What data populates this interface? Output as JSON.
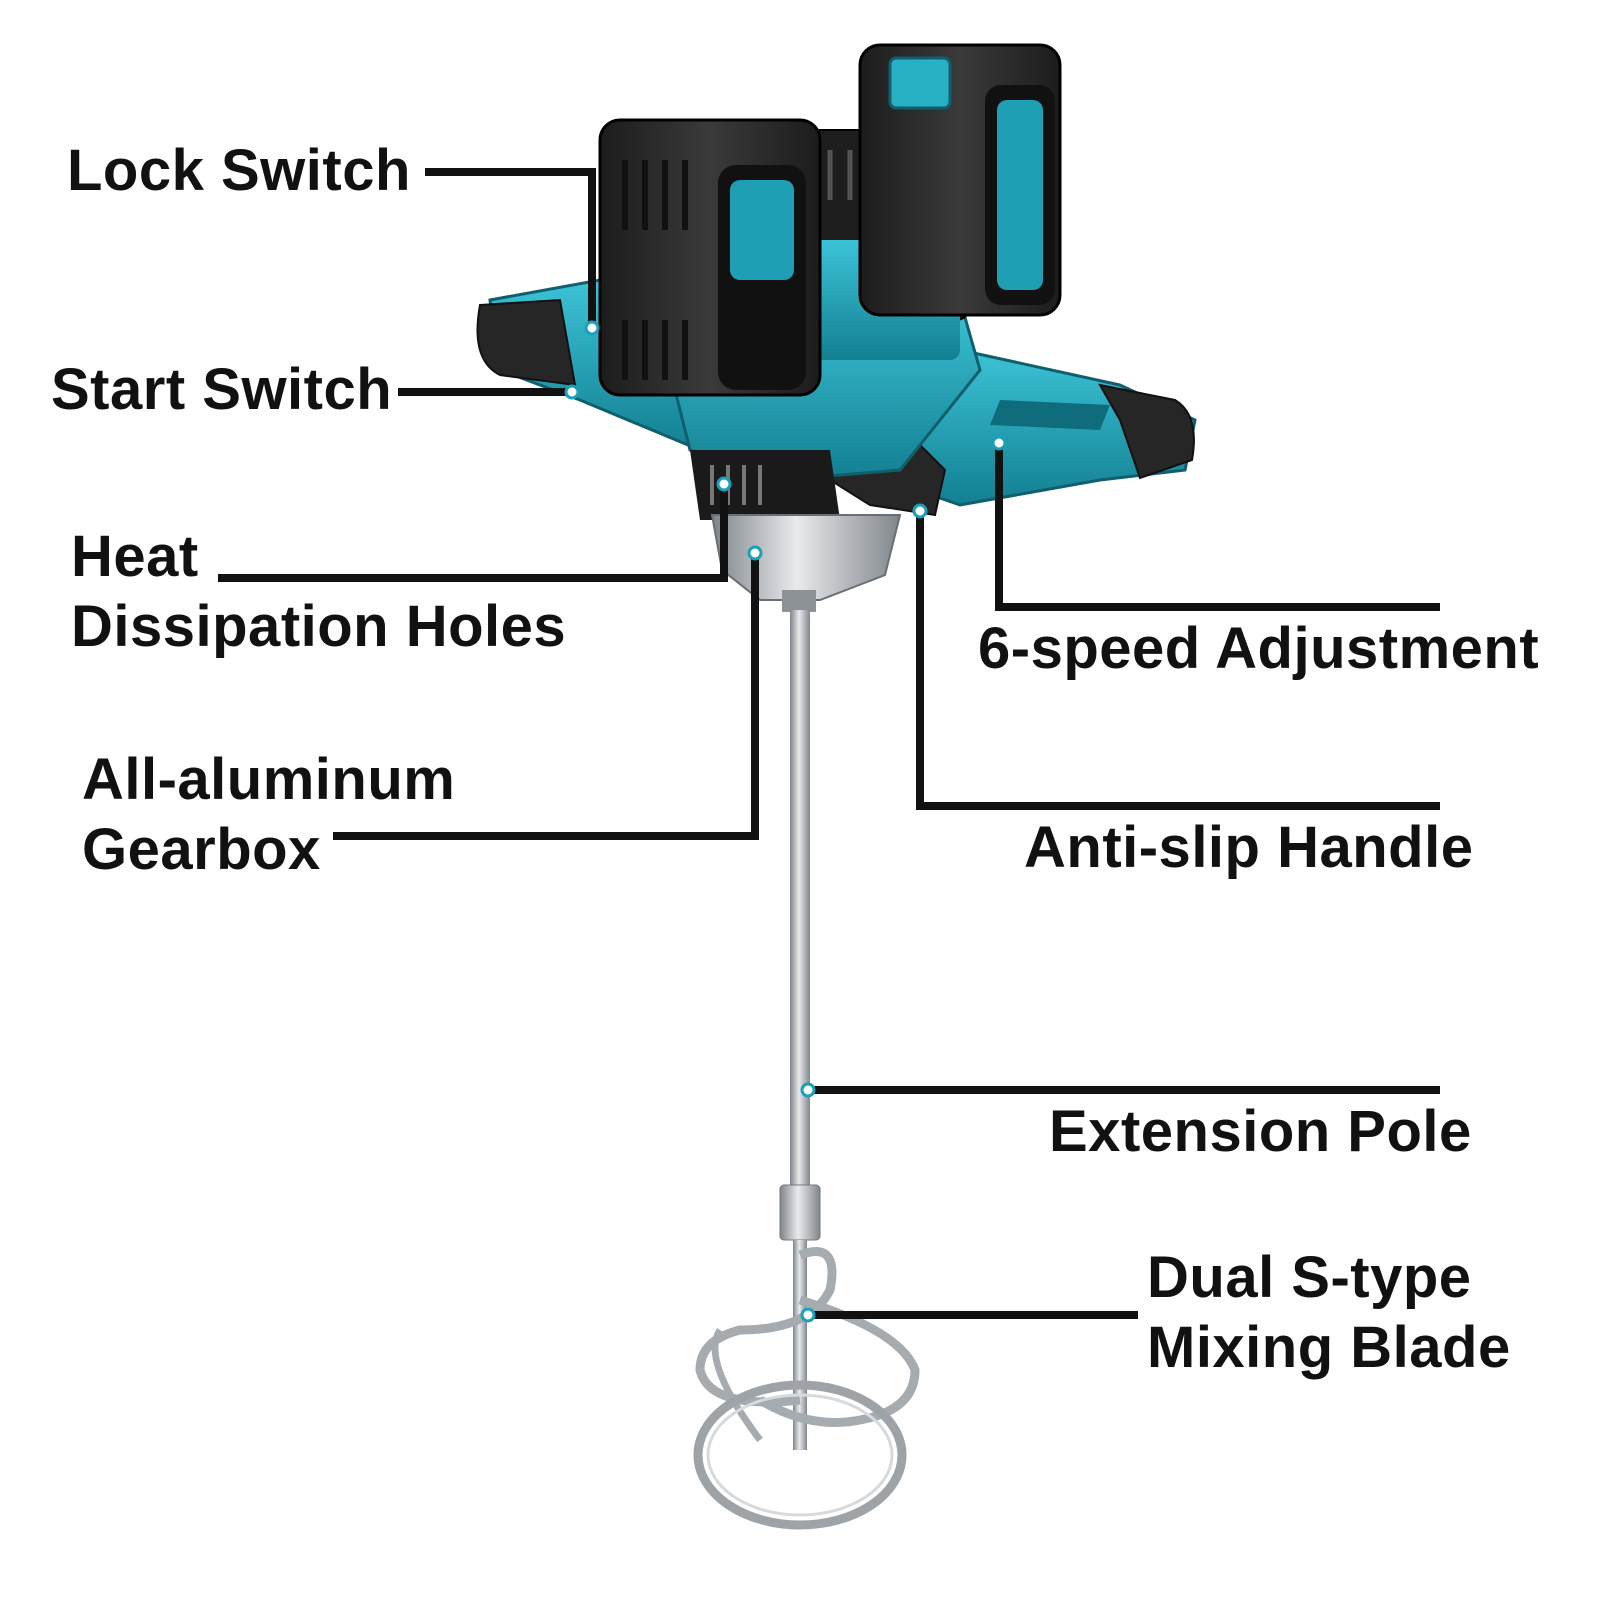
{
  "labels": {
    "lock_switch": "Lock Switch",
    "start_switch": "Start Switch",
    "heat_line1": "Heat",
    "heat_line2": "Dissipation Holes",
    "gearbox_line1": "All-aluminum",
    "gearbox_line2": "Gearbox",
    "speed_adjustment": "6-speed Adjustment",
    "anti_slip_handle": "Anti-slip Handle",
    "extension_pole": "Extension Pole",
    "blade_line1": "Dual S-type",
    "blade_line2": "Mixing Blade"
  },
  "colors": {
    "background": "#ffffff",
    "text": "#111111",
    "leader_line": "#111111",
    "callout_dot": "#1aa0b8",
    "housing_teal": "#1f9fb4",
    "housing_dark": "#2b2b2b",
    "metal": "#b8bcc0"
  }
}
